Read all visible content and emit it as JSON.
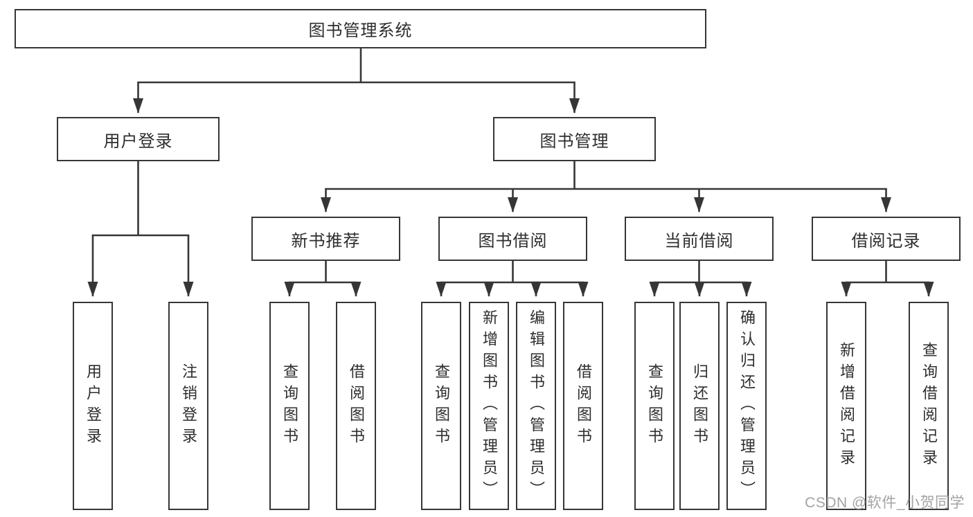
{
  "tree": {
    "label": "图书管理系统",
    "children": [
      {
        "label": "用户登录",
        "children": [
          {
            "label": "用户登录"
          },
          {
            "label": "注销登录"
          }
        ]
      },
      {
        "label": "图书管理",
        "children": [
          {
            "label": "新书推荐",
            "children": [
              {
                "label": "查询图书"
              },
              {
                "label": "借阅图书"
              }
            ]
          },
          {
            "label": "图书借阅",
            "children": [
              {
                "label": "查询图书"
              },
              {
                "label": "新增图书（管理员）"
              },
              {
                "label": "编辑图书（管理员）"
              },
              {
                "label": "借阅图书"
              }
            ]
          },
          {
            "label": "当前借阅",
            "children": [
              {
                "label": "查询图书"
              },
              {
                "label": "归还图书"
              },
              {
                "label": "确认归还（管理员）"
              }
            ]
          },
          {
            "label": "借阅记录",
            "children": [
              {
                "label": "新增借阅记录"
              },
              {
                "label": "查询借阅记录"
              }
            ]
          }
        ]
      }
    ]
  },
  "watermark": {
    "text": "CSDN @软件_小贺同学"
  },
  "colors": {
    "line": "#363636",
    "text": "#2d2d2d",
    "watermark": "#a3a3a3",
    "background": "#ffffff"
  }
}
